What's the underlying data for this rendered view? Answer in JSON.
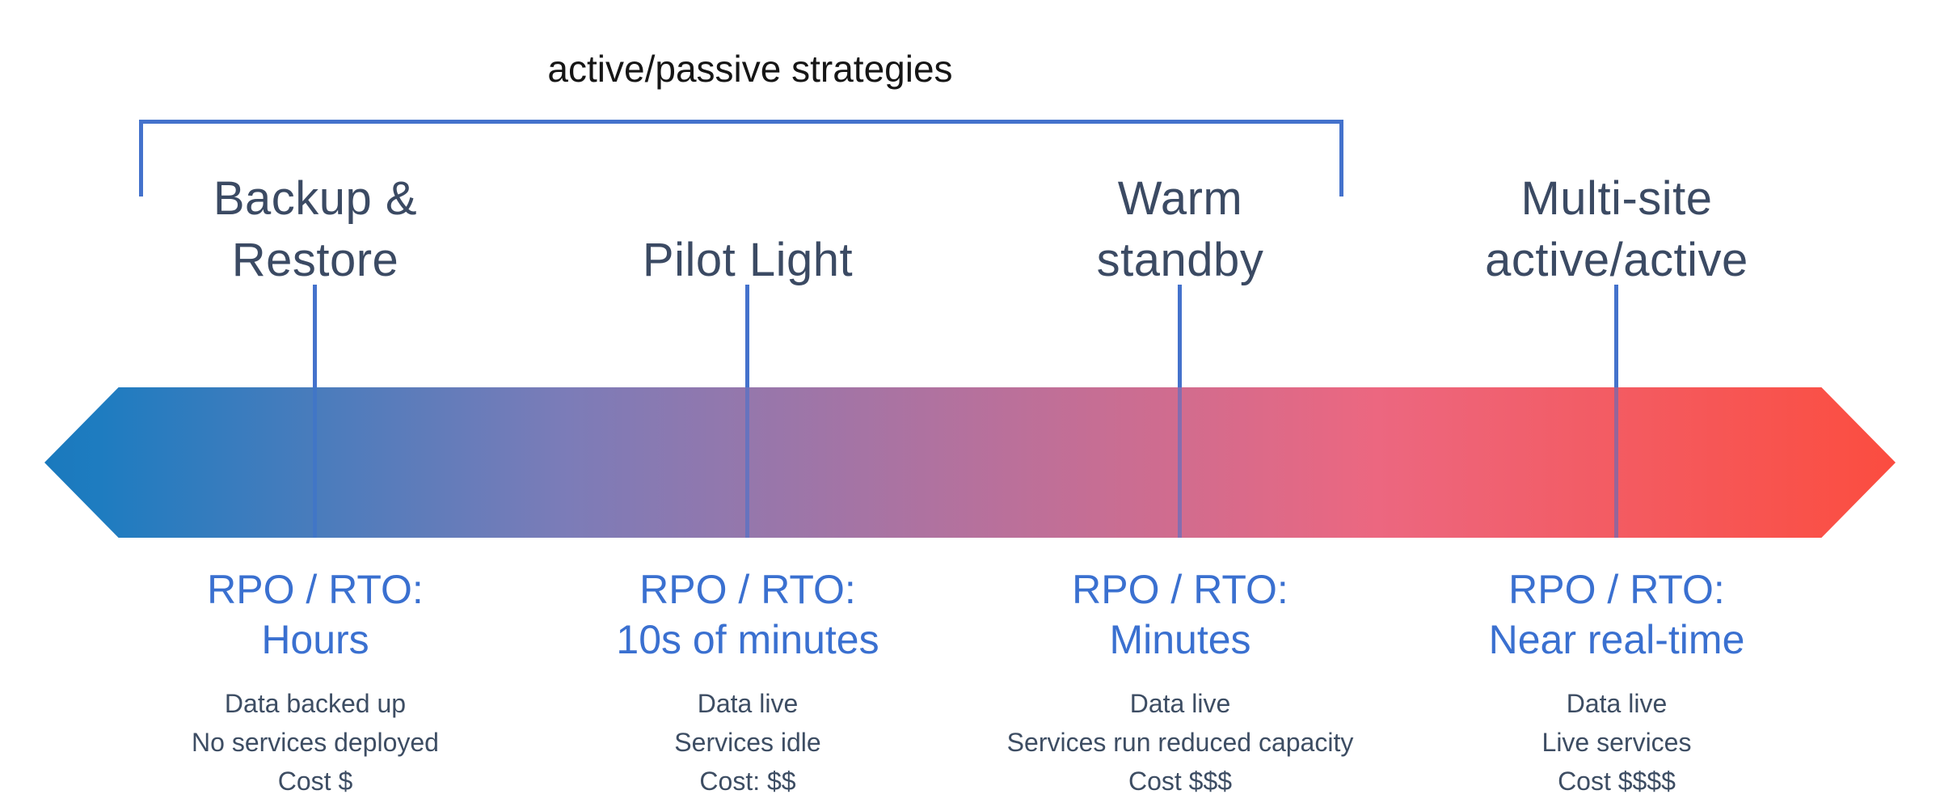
{
  "title": "active/passive strategies",
  "colors": {
    "accent_blue": "#4472cc",
    "rpo_blue": "#3a70d0",
    "label_slate": "#3b4a63",
    "detail_slate": "#3d4d63",
    "title_black": "#161616",
    "arrow_gradient": [
      "#1e7cc0",
      "#7b7cb8",
      "#b5719d",
      "#ec6780",
      "#fa5046"
    ]
  },
  "strategies": [
    {
      "label_lines": [
        "Backup &",
        "Restore"
      ],
      "rpo_label": "RPO / RTO:",
      "rpo_value": "Hours",
      "details": [
        "Data backed up",
        "No services deployed",
        "Cost $"
      ]
    },
    {
      "label_lines": [
        "Pilot Light"
      ],
      "rpo_label": "RPO / RTO:",
      "rpo_value": "10s of minutes",
      "details": [
        "Data live",
        "Services idle",
        "Cost: $$"
      ]
    },
    {
      "label_lines": [
        "Warm",
        "standby"
      ],
      "rpo_label": "RPO / RTO:",
      "rpo_value": "Minutes",
      "details": [
        "Data live",
        "Services run reduced capacity",
        "Cost $$$"
      ]
    },
    {
      "label_lines": [
        "Multi-site",
        "active/active"
      ],
      "rpo_label": "RPO / RTO:",
      "rpo_value": "Near real-time",
      "details": [
        "Data live",
        "Live services",
        "Cost $$$$"
      ]
    }
  ]
}
